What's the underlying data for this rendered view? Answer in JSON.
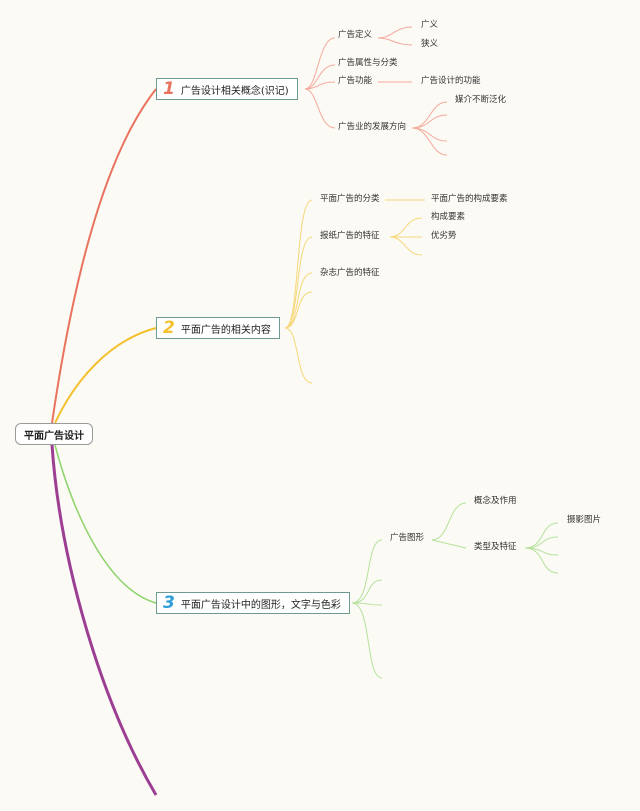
{
  "root": {
    "label": "平面广告设计"
  },
  "branch1": {
    "num": "1",
    "title": "广告设计相关概念(识记)",
    "color": "#e8735e",
    "items": {
      "definition": "广告定义",
      "broad": "广义",
      "narrow": "狭义",
      "attributes": "广告属性与分类",
      "function": "广告功能",
      "design_function": "广告设计的功能",
      "development": "广告业的发展方向",
      "media": "媒介不断泛化"
    }
  },
  "branch2": {
    "num": "2",
    "title": "平面广告的相关内容",
    "color": "#f5c02e",
    "items": {
      "classification": "平面广告的分类",
      "elements": "平面广告的构成要素",
      "newspaper": "报纸广告的特征",
      "composition": "构成要素",
      "pros_cons": "优劣势",
      "magazine": "杂志广告的特征"
    }
  },
  "branch3": {
    "num": "3",
    "title": "平面广告设计中的图形，文字与色彩",
    "color": "#2f9ed8",
    "line_color": "#8ed36b",
    "items": {
      "graphics": "广告图形",
      "concept_function": "概念及作用",
      "types": "类型及特征",
      "photo": "摄影图片"
    }
  },
  "branch4": {
    "color": "#9c3f93"
  }
}
